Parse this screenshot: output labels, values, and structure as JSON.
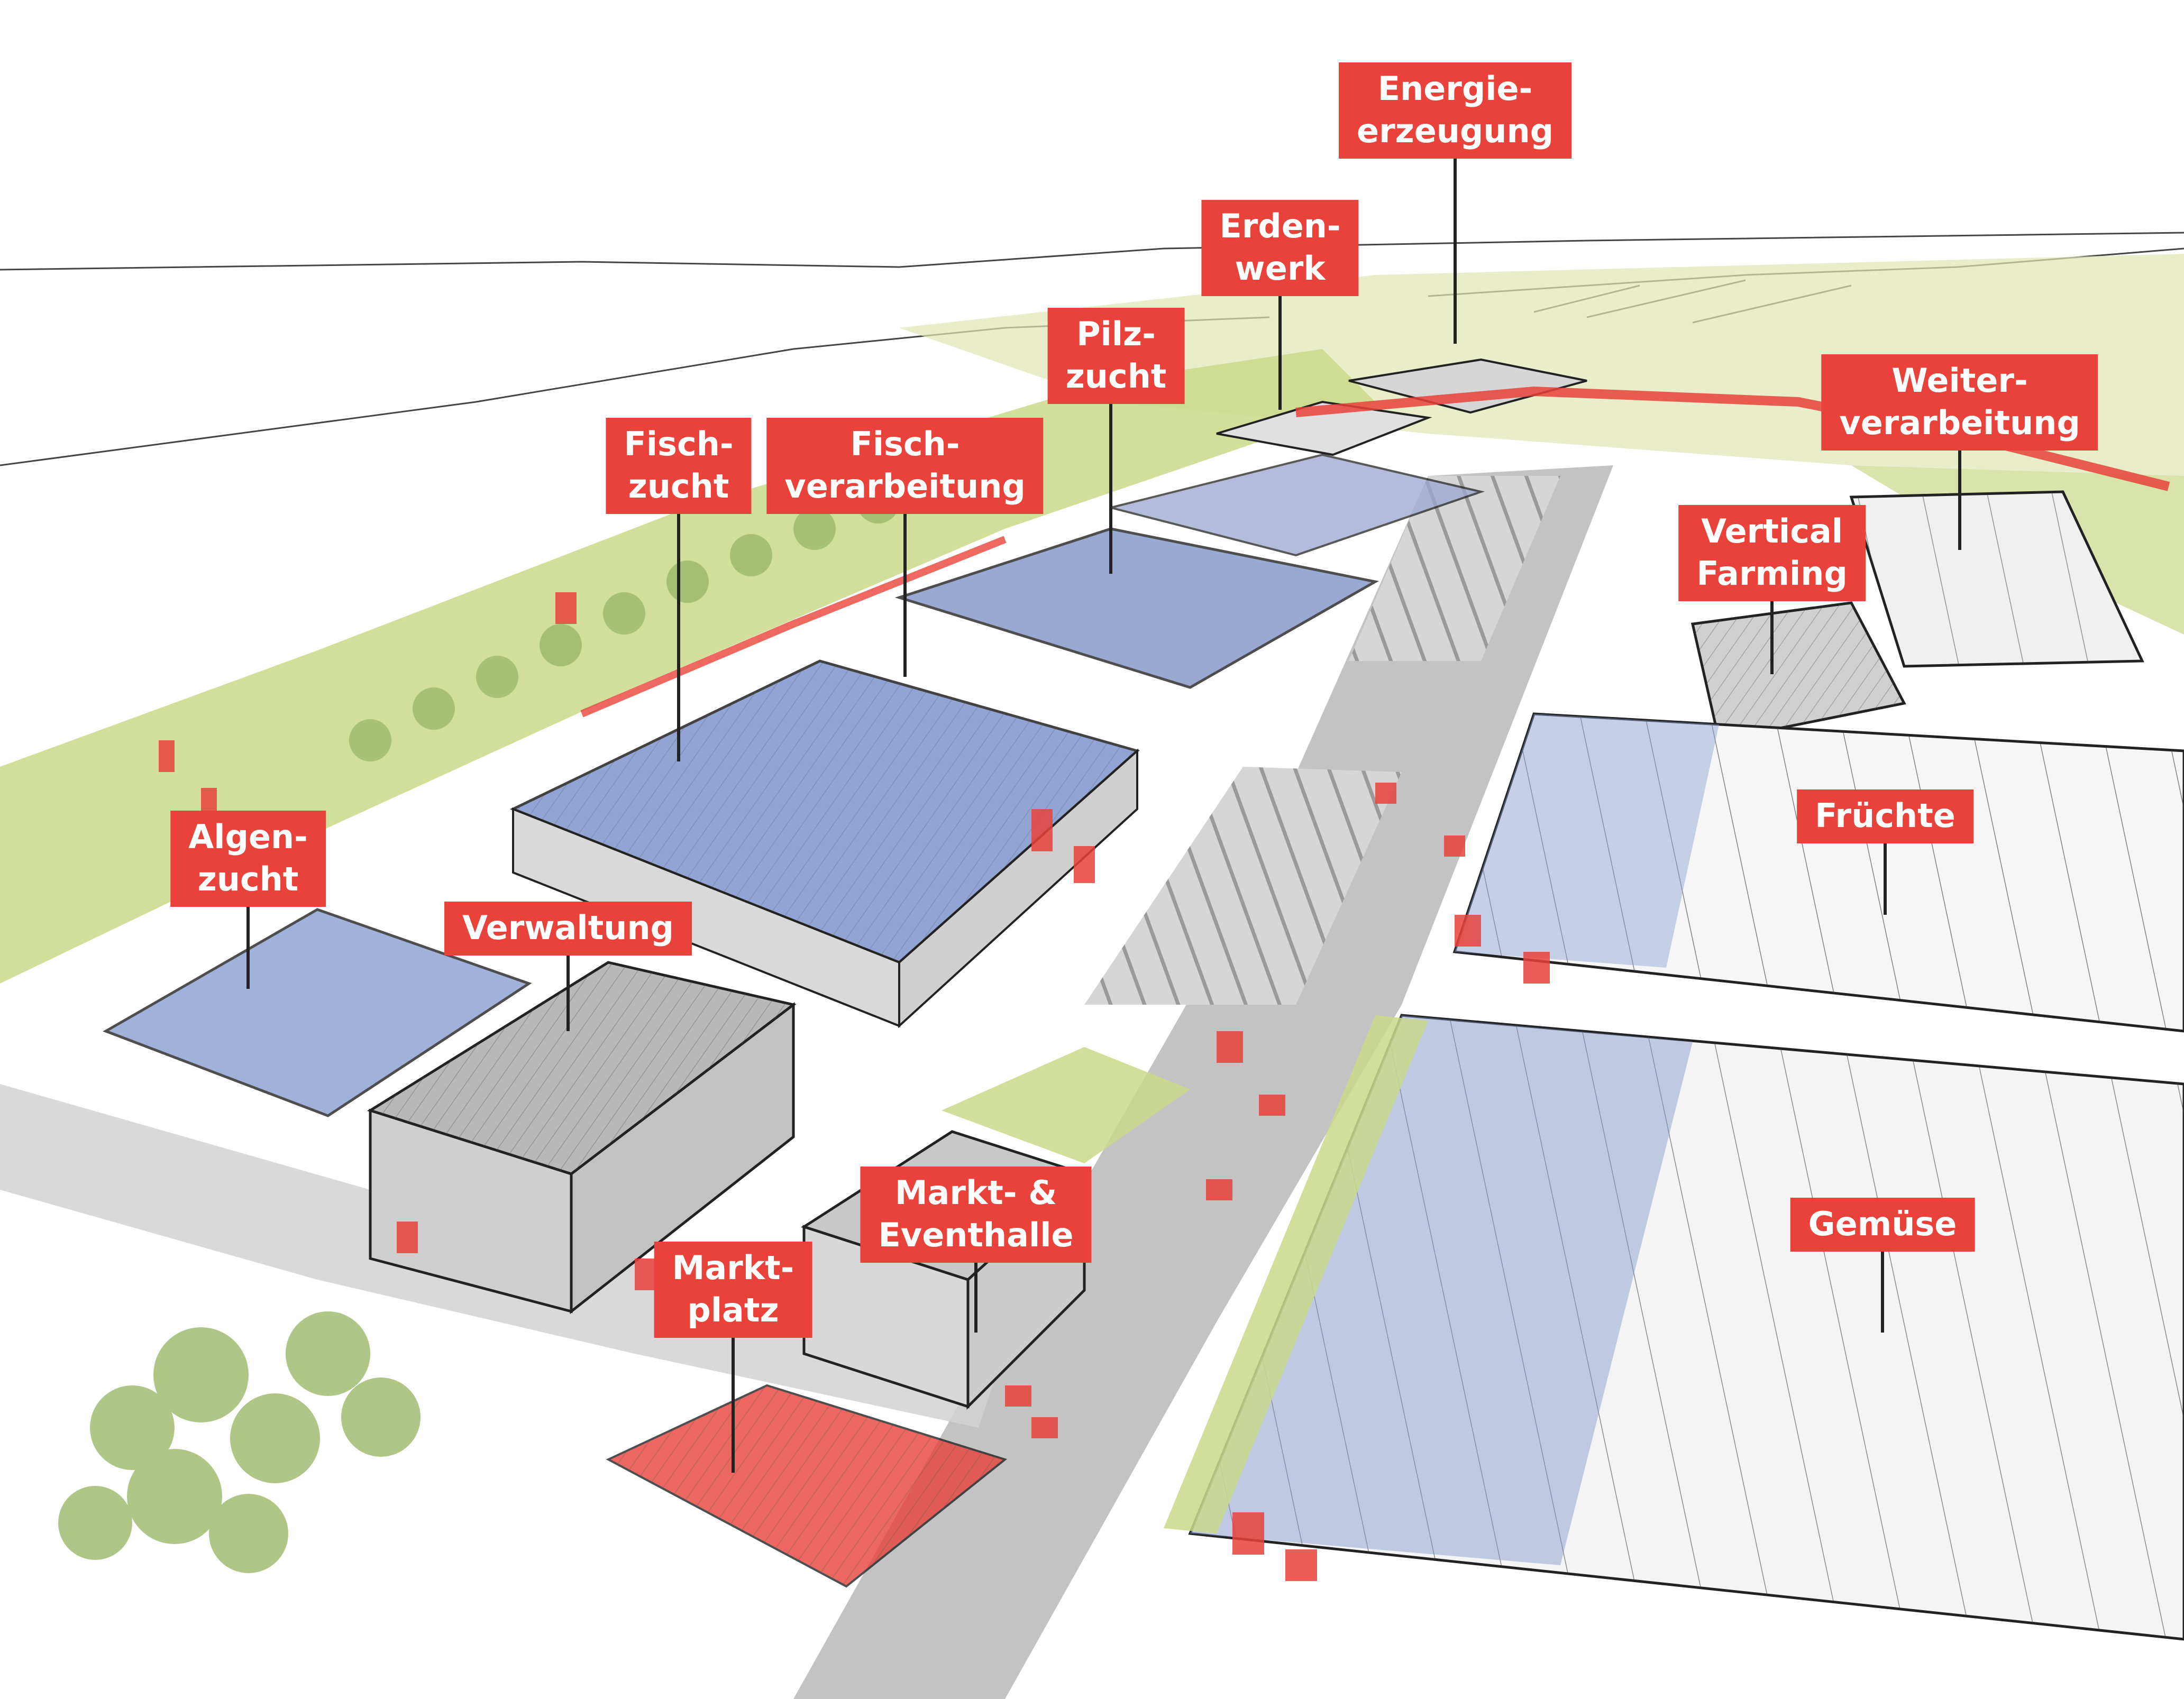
{
  "labels": [
    {
      "id": "energieerzeugung",
      "lines": [
        "Energie-",
        "erzeugung"
      ]
    },
    {
      "id": "erdenwerk",
      "lines": [
        "Erden-",
        "werk"
      ]
    },
    {
      "id": "pilzzucht",
      "lines": [
        "Pilz-",
        "zucht"
      ]
    },
    {
      "id": "fischzucht",
      "lines": [
        "Fisch-",
        "zucht"
      ]
    },
    {
      "id": "fischverarbeitung",
      "lines": [
        "Fisch-",
        "verarbeitung"
      ]
    },
    {
      "id": "weiterverarbeitung",
      "lines": [
        "Weiter-",
        "verarbeitung"
      ]
    },
    {
      "id": "vertical-farming",
      "lines": [
        "Vertical",
        "Farming"
      ]
    },
    {
      "id": "fruechte",
      "lines": [
        "Früchte"
      ]
    },
    {
      "id": "algenzucht",
      "lines": [
        "Algen-",
        "zucht"
      ]
    },
    {
      "id": "verwaltung",
      "lines": [
        "Verwaltung"
      ]
    },
    {
      "id": "markt-eventhalle",
      "lines": [
        "Markt- &",
        "Eventhalle"
      ]
    },
    {
      "id": "marktplatz",
      "lines": [
        "Markt-",
        "platz"
      ]
    },
    {
      "id": "gemuese",
      "lines": [
        "Gemüse"
      ]
    }
  ],
  "colors": {
    "label_background": "#e8423a",
    "label_text": "#ffffff",
    "leader_line": "#222222",
    "greenery": "#c9d98a",
    "roof_blue": "#7f95cc",
    "road_grey": "#a9a9a9",
    "accent_red": "#e8423a"
  }
}
